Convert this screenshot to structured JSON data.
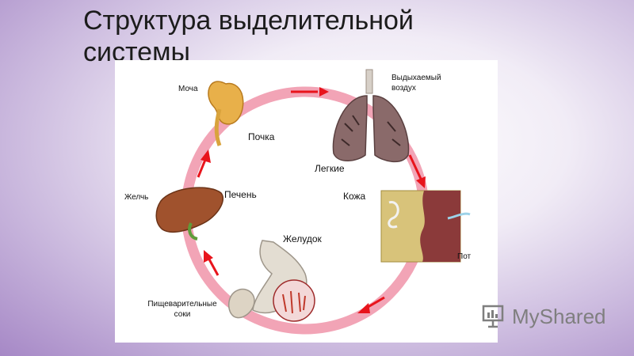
{
  "slide": {
    "title": "Структура выделительной системы"
  },
  "diagram": {
    "labels": {
      "urine": "Моча",
      "kidney": "Почка",
      "exhaled_air": "Выдыхаемый воздух",
      "lungs": "Легкие",
      "skin": "Кожа",
      "sweat": "Пот",
      "bile": "Желчь",
      "liver": "Печень",
      "stomach": "Желудок",
      "digestive_juices": "Пищеварительные соки"
    },
    "colors": {
      "cycle_ring": "#f2a4b6",
      "arrow": "#e8141c",
      "kidney": "#e8b04a",
      "liver": "#a0522d",
      "lungs": "#8a6a6a",
      "skin_layer": "#d8c37a",
      "stomach": "#e3ddd2"
    }
  },
  "watermark": {
    "text": "MyShared"
  }
}
